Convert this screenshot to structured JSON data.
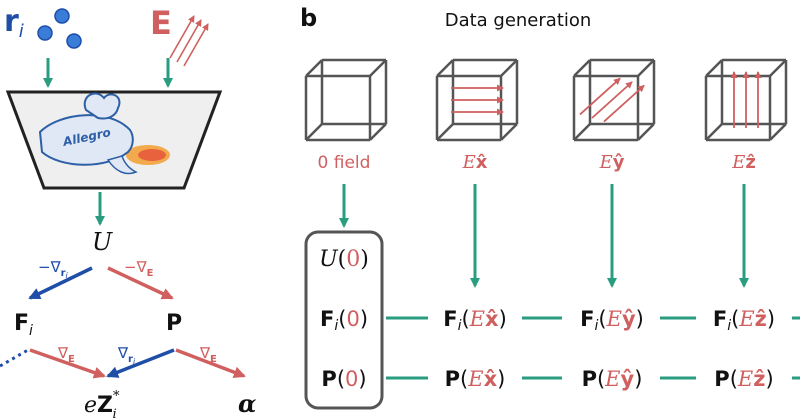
{
  "panel_b": {
    "letter": "b",
    "title": "Data generation",
    "conditions": [
      {
        "name": "0",
        "suffix": " field"
      },
      {
        "name": "E",
        "dir": "x̂"
      },
      {
        "name": "E",
        "dir": "ŷ"
      },
      {
        "name": "E",
        "dir": "ẑ"
      }
    ],
    "rows": {
      "energy": {
        "sym": "U",
        "arg": "0"
      },
      "forces": {
        "sym": "F",
        "sub": "i"
      },
      "polarization": {
        "sym": "P"
      }
    }
  },
  "panel_a": {
    "position_label": {
      "sym": "r",
      "sub": "i"
    },
    "field_label": "E",
    "model_name": "Allegro",
    "energy_label": "U",
    "grad_r": {
      "op": "−∇",
      "sub": "r",
      "subsub": "i"
    },
    "grad_E": {
      "op": "−∇",
      "sub": "E"
    },
    "forces_label": {
      "sym": "F",
      "sub": "i"
    },
    "polarization_label": "P",
    "grad2_left": {
      "op": "∇",
      "sub": "E"
    },
    "grad2_mid": {
      "op": "∇",
      "sub": "r",
      "subsub": "i"
    },
    "grad2_right": {
      "op": "∇",
      "sub": "E"
    },
    "born_charge": {
      "pre": "e",
      "sym": "Z",
      "sub": "i",
      "sup": "*"
    },
    "polarizability": "α"
  },
  "colors": {
    "red": "#d06060",
    "blue": "#1f4ea8",
    "teal": "#2a9d80",
    "gray": "#555555"
  }
}
